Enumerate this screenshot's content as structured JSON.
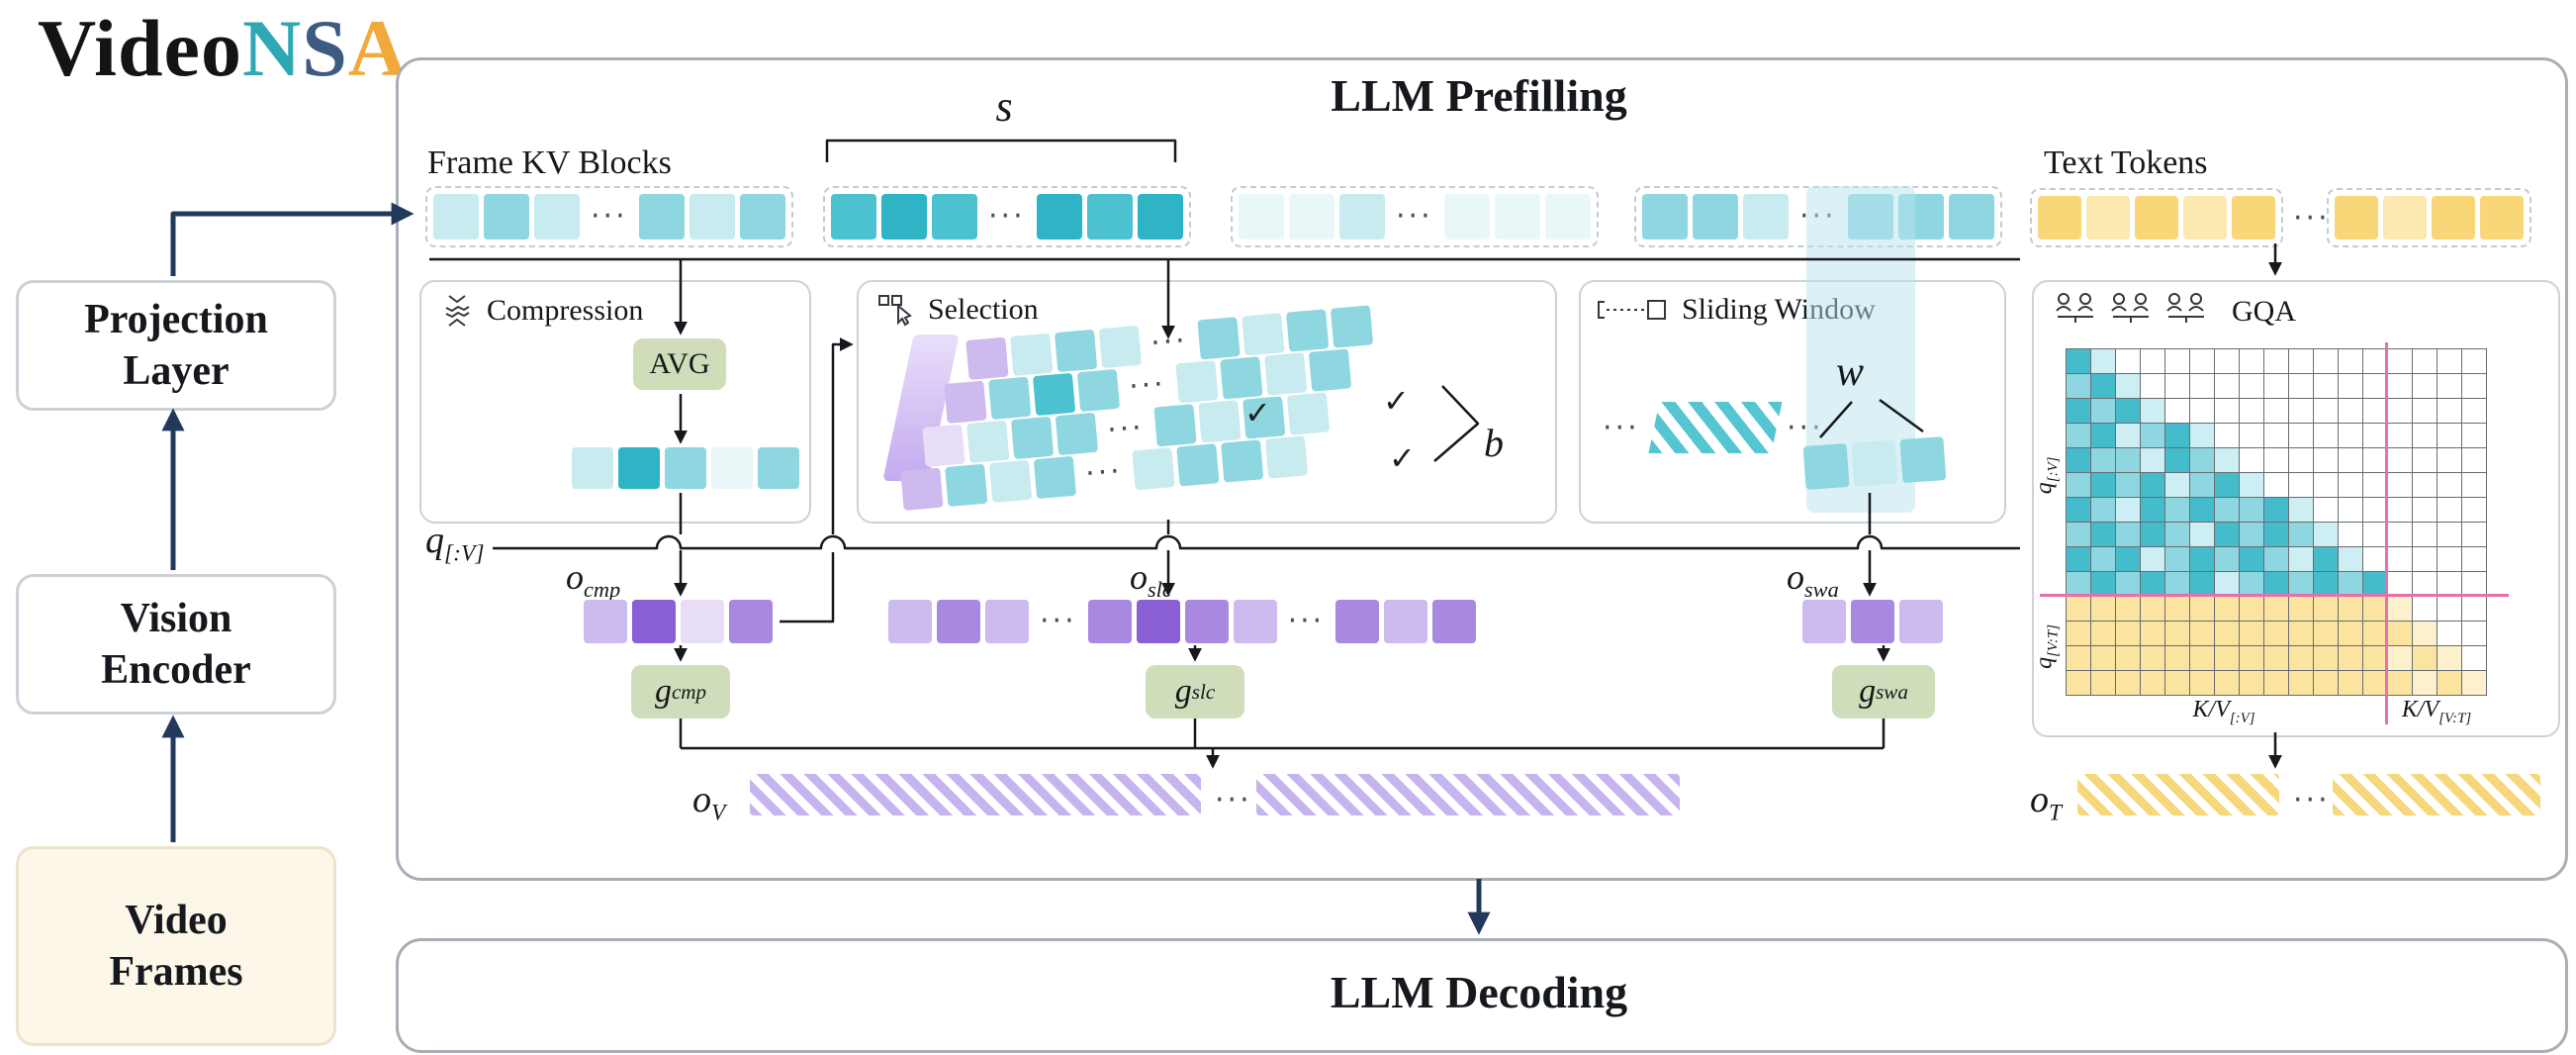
{
  "logo": {
    "parts": [
      {
        "text": "Video",
        "color": "#141414"
      },
      {
        "text": "N",
        "color": "#2fa8b5"
      },
      {
        "text": "S",
        "color": "#3d5a80"
      },
      {
        "text": "A",
        "color": "#f2a93b"
      }
    ]
  },
  "pipeline": {
    "projection": [
      "Projection",
      "Layer"
    ],
    "vision": [
      "Vision",
      "Encoder"
    ],
    "frames": [
      "Video",
      "Frames"
    ]
  },
  "panel": {
    "prefill_title": "LLM Prefilling",
    "decode_title": "LLM Decoding"
  },
  "labels": {
    "frame_kv": "Frame KV Blocks",
    "text_tokens": "Text Tokens",
    "s": "s",
    "b": "b",
    "w": "w",
    "check": "✓",
    "dots": "···",
    "q": {
      "base": "q",
      "sub": "[:V]"
    },
    "o_cmp": {
      "base": "o",
      "sub": "cmp"
    },
    "o_slc": {
      "base": "o",
      "sub": "slc"
    },
    "o_swa": {
      "base": "o",
      "sub": "swa"
    },
    "g_cmp": {
      "base": "g",
      "sub": "cmp"
    },
    "g_slc": {
      "base": "g",
      "sub": "slc"
    },
    "g_swa": {
      "base": "g",
      "sub": "swa"
    },
    "o_v": {
      "base": "o",
      "sub": "V"
    },
    "o_t": {
      "base": "o",
      "sub": "T"
    }
  },
  "modules": {
    "compression": {
      "title": "Compression",
      "avg": "AVG"
    },
    "selection": {
      "title": "Selection"
    },
    "sliding": {
      "title": "Sliding Window"
    },
    "gqa": {
      "title": "GQA",
      "axis": {
        "q_video": {
          "base": "q",
          "sub": "[:V]"
        },
        "q_text": {
          "base": "q",
          "sub": "[V:T]"
        },
        "kv_video": {
          "base": "K/V",
          "sub": "[:V]"
        },
        "kv_text": {
          "base": "K/V",
          "sub": "[V:T]"
        }
      },
      "matrix_rows": [
        "Tl...............",
        "tTl..............",
        "TtTl.............",
        "tTltTl...........",
        "TttlTtl..........",
        "tTtTltTl.........",
        "TtlTtTttTl.......",
        "tTtTtlTtTtl......",
        "TtTltTtTtlTl.....",
        "tTtTtTltTtTtT....",
        "yyyyyyyyyyyyyY...",
        "yyyyyyyyyyyyyyY..",
        "yyyyyyyyyyyyyYyY.",
        "yyyyyyyyyyyyyyYyY"
      ]
    }
  },
  "palette": {
    "t0": "#e9f7f9",
    "t1": "#c8ebf0",
    "t2": "#8fd7e0",
    "t3": "#4cc2d0",
    "t4": "#2fb4c6",
    "y1": "#fce9b0",
    "y2": "#f9d778",
    "p0": "#e7ddf7",
    "p1": "#cdbaef",
    "p2": "#a988e2",
    "p3": "#8a5fd3"
  },
  "matrix_palette": {
    "T": "#45bccb",
    "t": "#8fd7e0",
    "l": "#cdeef2",
    "y": "#fbe3a0",
    "Y": "#fdf0cc",
    ".": "#ffffff"
  },
  "colors": {
    "navy_arrow": "#22395c",
    "pink_line": "#e86fae",
    "gate_bg": "#cfddba",
    "window_band": "#bee4ee"
  },
  "tokens": {
    "frame_groups": [
      [
        "t1",
        "t2",
        "t1",
        "gap",
        "t2",
        "t1",
        "t2"
      ],
      [
        "t3",
        "t4",
        "t3",
        "gap",
        "t4",
        "t3",
        "t4"
      ],
      [
        "t0",
        "t0",
        "t1",
        "gap",
        "t0",
        "t0",
        "t0"
      ],
      [
        "t2",
        "t2",
        "t1",
        "gap",
        "t2",
        "t2",
        "t2"
      ]
    ],
    "text_groups": [
      [
        "y2",
        "y1",
        "y2",
        "y1",
        "y2"
      ],
      [
        "y2",
        "y1",
        "y2",
        "y2"
      ]
    ],
    "compressed": [
      "t1",
      "t4",
      "t2",
      "t0",
      "t2"
    ],
    "selection_rows": [
      [
        "p1",
        "t1",
        "t2",
        "t1",
        "gap",
        "t2",
        "t1",
        "t2",
        "t2"
      ],
      [
        "p1",
        "t2",
        "t3",
        "t2",
        "gap",
        "t1",
        "t2",
        "t1",
        "t2"
      ],
      [
        "p0",
        "t1",
        "t2",
        "t2",
        "gap",
        "t2",
        "t1",
        "t2",
        "t1"
      ],
      [
        "p1",
        "t2",
        "t1",
        "t2",
        "gap",
        "t1",
        "t2",
        "t2",
        "t1"
      ]
    ],
    "window": [
      "t2",
      "t1",
      "t2"
    ],
    "out_cmp": [
      "p1",
      "p3",
      "p0",
      "p2"
    ],
    "out_slc": [
      "p1",
      "p2",
      "p1",
      "gap",
      "p2",
      "p3",
      "p2",
      "p1",
      "gap",
      "p2",
      "p1",
      "p2"
    ],
    "out_swa": [
      "p1",
      "p2",
      "p1"
    ]
  }
}
